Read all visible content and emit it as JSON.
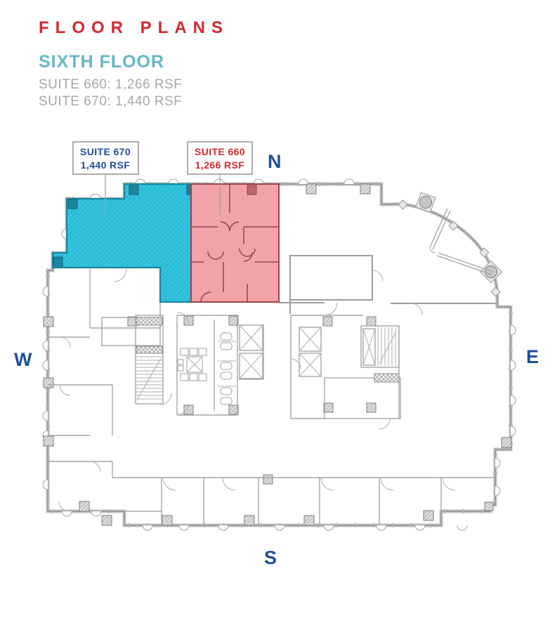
{
  "header": {
    "title": "FLOOR PLANS",
    "floor": "SIXTH FLOOR",
    "suite_lines": [
      "SUITE 660: 1,266 RSF",
      "SUITE 670: 1,440 RSF"
    ]
  },
  "callouts": {
    "suite670": {
      "name": "SUITE 670",
      "area": "1,440 RSF"
    },
    "suite660": {
      "name": "SUITE 660",
      "area": "1,266 RSF"
    }
  },
  "compass": {
    "north": "N",
    "west": "W",
    "east": "E",
    "south": "S"
  },
  "colors": {
    "red": "#d7282f",
    "teal": "#63b8c6",
    "gray_text": "#a7a7a9",
    "navy": "#1b4f9c",
    "cyan_fill": "#33c3de",
    "cyan_dark": "#1a86a0",
    "pink_fill": "#f2a3a7",
    "pink_dark": "#9c4147",
    "wall": "#9b9b9b"
  }
}
